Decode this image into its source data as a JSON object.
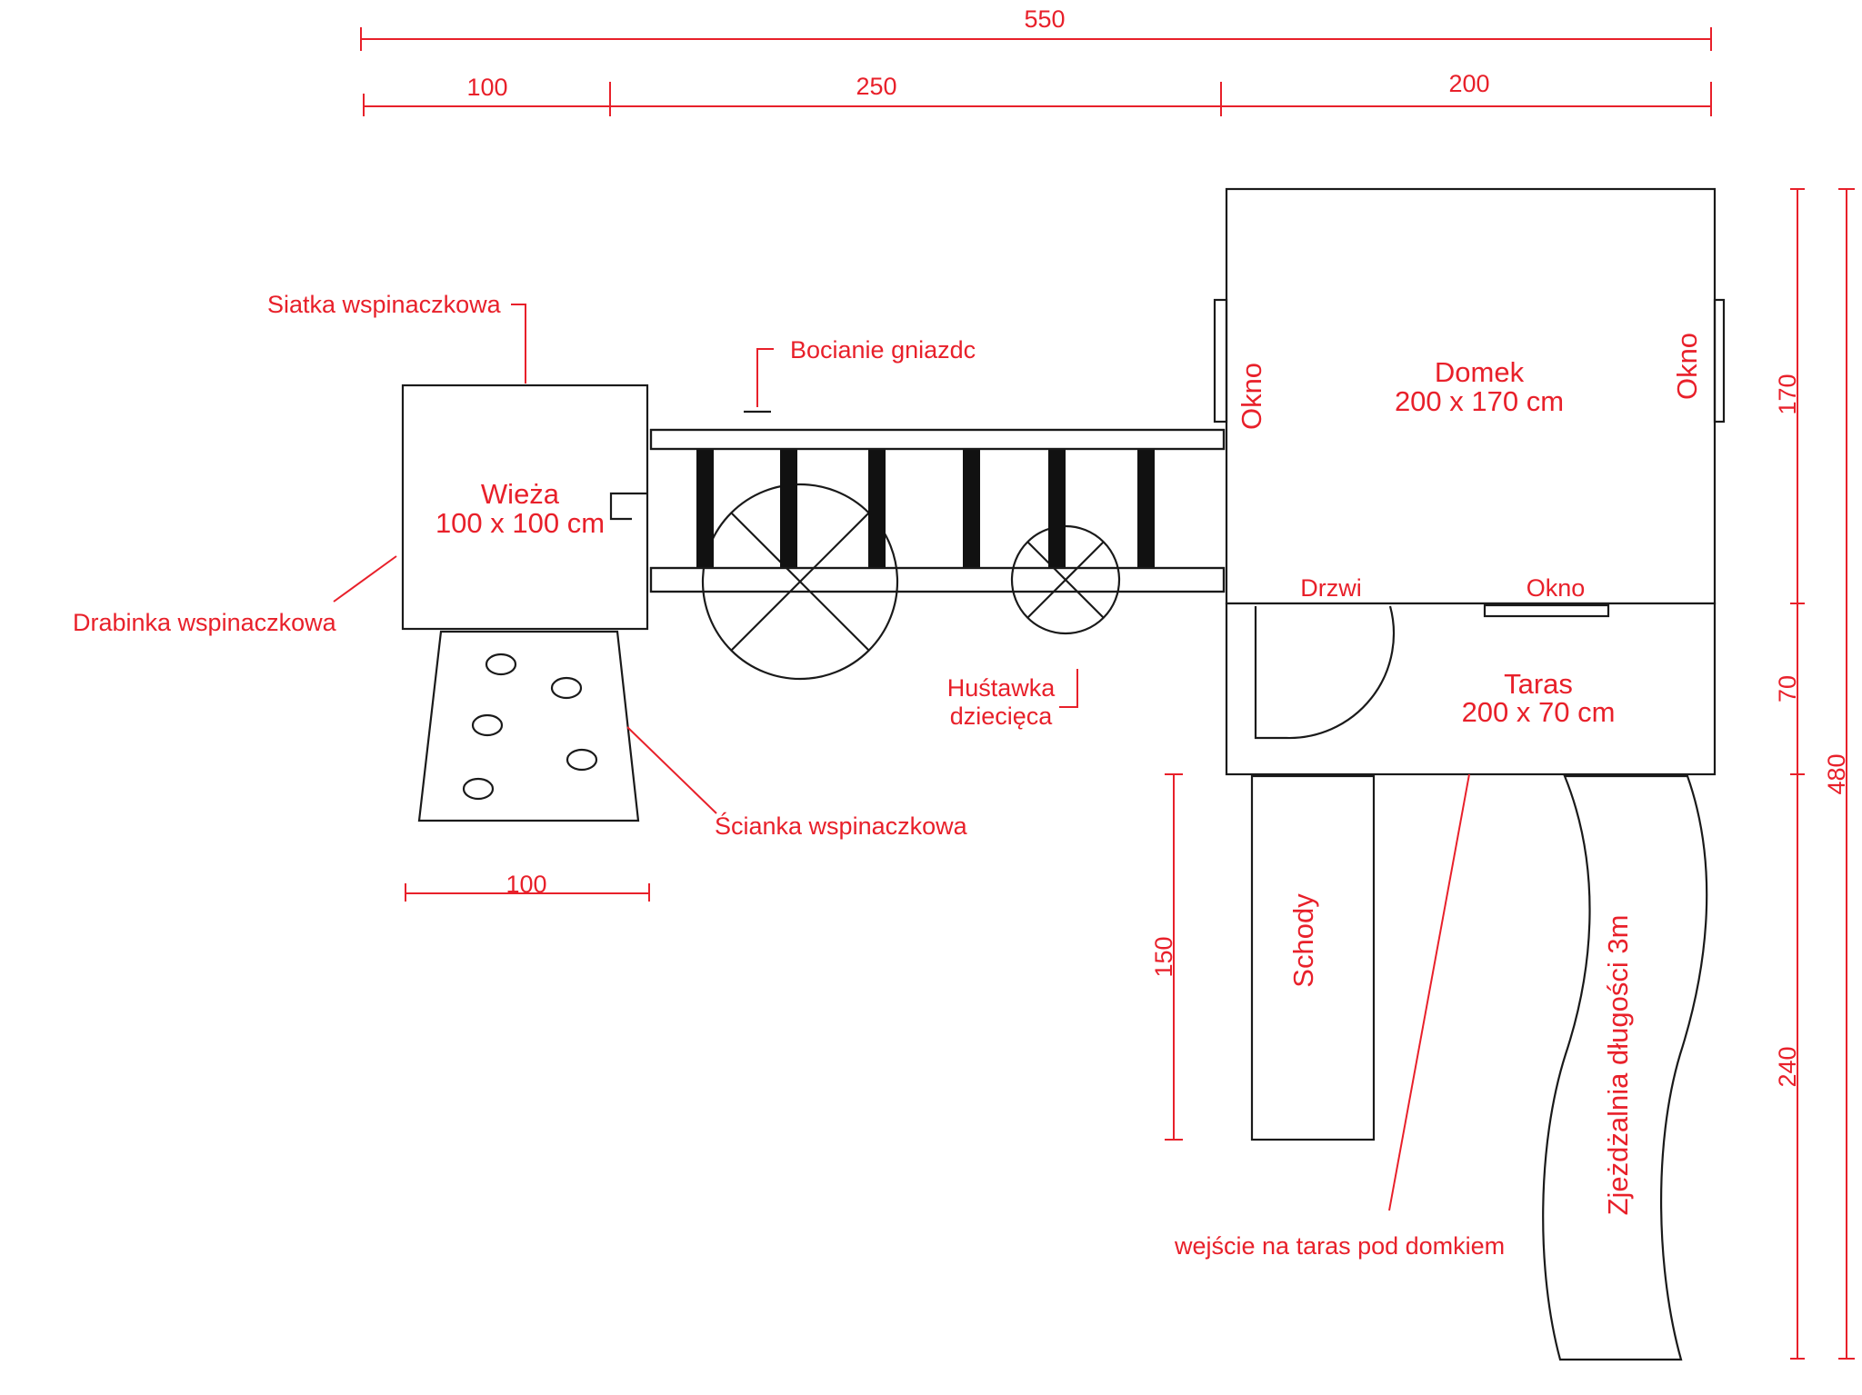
{
  "dimensions": {
    "total_width": "550",
    "segment_tower": "100",
    "segment_middle": "250",
    "segment_house": "200",
    "tower_width": "100",
    "stairs_length": "150",
    "house_depth": "170",
    "terrace_depth": "70",
    "slide_area": "240",
    "total_depth": "480"
  },
  "labels": {
    "climbing_net": "Siatka wspinaczkowa",
    "stork_nest": "Bocianie gniazdc",
    "tower_name": "Wieża",
    "tower_size": "100 x 100 cm",
    "climbing_ladder": "Drabinka wspinaczkowa",
    "climbing_wall": "Ścianka wspinaczkowa",
    "kids_swing_line1": "Huśtawka",
    "kids_swing_line2": "dziecięca",
    "house_name": "Domek",
    "house_size": "200 x 170 cm",
    "window_left": "Okno",
    "window_right": "Okno",
    "window_bottom": "Okno",
    "door": "Drzwi",
    "terrace_name": "Taras",
    "terrace_size": "200 x 70 cm",
    "stairs": "Schody",
    "slide": "Zjeżdżalnia długości 3m",
    "terrace_entrance": "wejście na taras pod domkiem"
  },
  "colors": {
    "annotation": "#e8202a",
    "outline": "#1a1a1a"
  }
}
